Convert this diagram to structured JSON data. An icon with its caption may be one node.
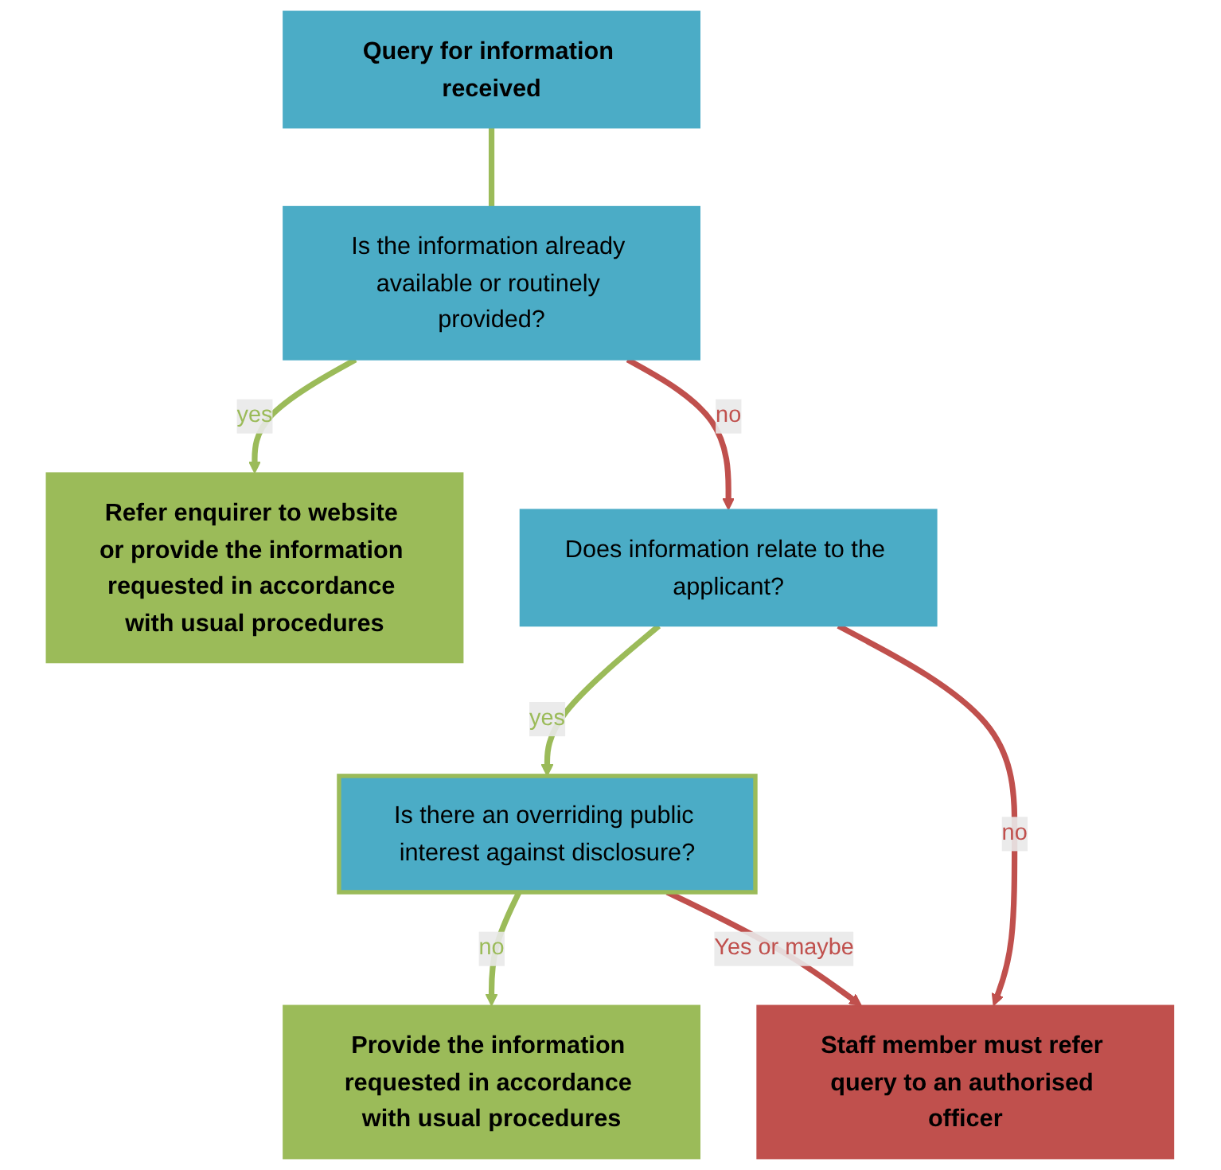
{
  "diagram": {
    "nodes": [
      {
        "text": [
          "Query for information received"
        ]
      },
      {
        "text": [
          "Is the information already available or routinely provided?"
        ]
      },
      {
        "text": [
          "Refer enquirer to website or provide the information requested in accordance with usual procedures"
        ]
      },
      {
        "text": [
          "Does information relate to the applicant?"
        ]
      },
      {
        "text": [
          "Is there an overriding public interest against disclosure?"
        ]
      },
      {
        "text": [
          "Provide the information requested in accordance with usual procedures"
        ]
      },
      {
        "text": [
          "Staff member must refer query to an authorised officer"
        ]
      }
    ],
    "edges": [
      {
        "from": 0,
        "to": 1,
        "arrow": "none"
      },
      {
        "from": 1,
        "to": 2,
        "arrow": "to",
        "label": "yes"
      },
      {
        "from": 1,
        "to": 3,
        "arrow": "to",
        "label": "no",
        "color": "#c0504d"
      },
      {
        "from": 3,
        "to": 4,
        "arrow": "to",
        "label": "yes"
      },
      {
        "from": 4,
        "to": 5,
        "arrow": "to",
        "label": "no"
      },
      {
        "from": 3,
        "to": 6,
        "arrow": "to",
        "label": "no",
        "color": "#c0504d"
      },
      {
        "from": 4,
        "to": 6,
        "arrow": "to",
        "label": "Yes or maybe",
        "color": "#c0504d"
      }
    ]
  }
}
